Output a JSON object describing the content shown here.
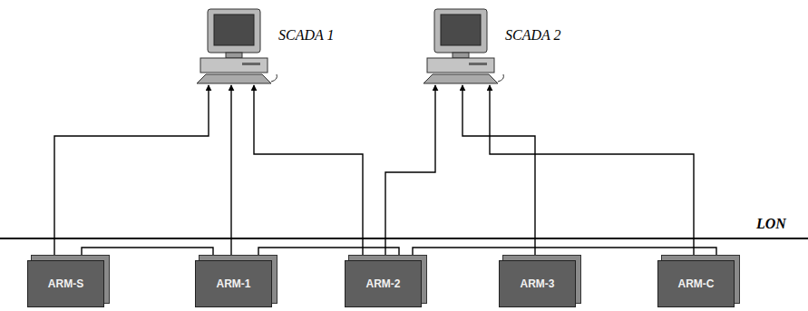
{
  "diagram": {
    "nodes": [
      {
        "text": [
          "SCADA 1"
        ]
      },
      {
        "text": [
          "SCADA 2"
        ]
      },
      {
        "text": [
          "ARM-S"
        ]
      },
      {
        "text": [
          "ARM-1"
        ]
      },
      {
        "text": [
          "ARM-2"
        ]
      },
      {
        "text": [
          "ARM-3"
        ]
      },
      {
        "text": [
          "ARM-C"
        ]
      }
    ],
    "edges": [
      {
        "from": 0,
        "to": 2,
        "arrow": "both"
      },
      {
        "from": 0,
        "to": 3,
        "arrow": "both"
      },
      {
        "from": 0,
        "to": 4,
        "arrow": "both"
      },
      {
        "from": 1,
        "to": 4,
        "arrow": "both"
      },
      {
        "from": 1,
        "to": 5,
        "arrow": "both"
      },
      {
        "from": 1,
        "to": 6,
        "arrow": "both"
      },
      {
        "from": 3,
        "to": 2,
        "arrow": "to"
      },
      {
        "from": 3,
        "to": 4,
        "arrow": "to"
      },
      {
        "from": 6,
        "to": 4,
        "arrow": "to"
      }
    ],
    "labels": [
      "LON"
    ]
  }
}
